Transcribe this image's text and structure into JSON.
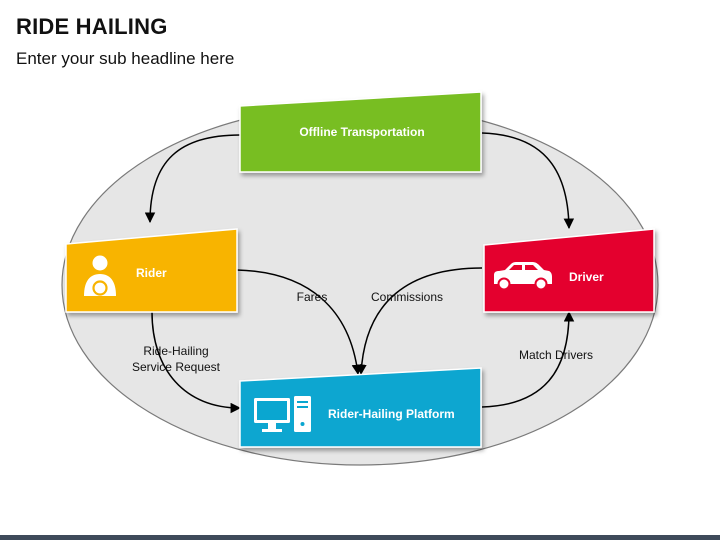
{
  "header": {
    "title": "RIDE HAILING",
    "subtitle": "Enter your sub headline here"
  },
  "nodes": {
    "offline": {
      "label": "Offline Transportation",
      "color": "#78BE20"
    },
    "rider": {
      "label": "Rider",
      "color": "#F8B400",
      "icon": "driver-person-icon"
    },
    "driver": {
      "label": "Driver",
      "color": "#E4032E",
      "icon": "car-icon"
    },
    "platform": {
      "label": "Rider-Hailing Platform",
      "color": "#0AA6D0",
      "icon": "computer-icon"
    }
  },
  "edges": {
    "fares": "Fares",
    "commissions": "Commissions",
    "request_line1": "Ride-Hailing",
    "request_line2": "Service Request",
    "match": "Match Drivers"
  },
  "colors": {
    "ellipse_fill": "#E6E6E6",
    "ellipse_stroke": "#7A7A7A",
    "arrow": "#000000",
    "footer": "#3E4A5A"
  }
}
